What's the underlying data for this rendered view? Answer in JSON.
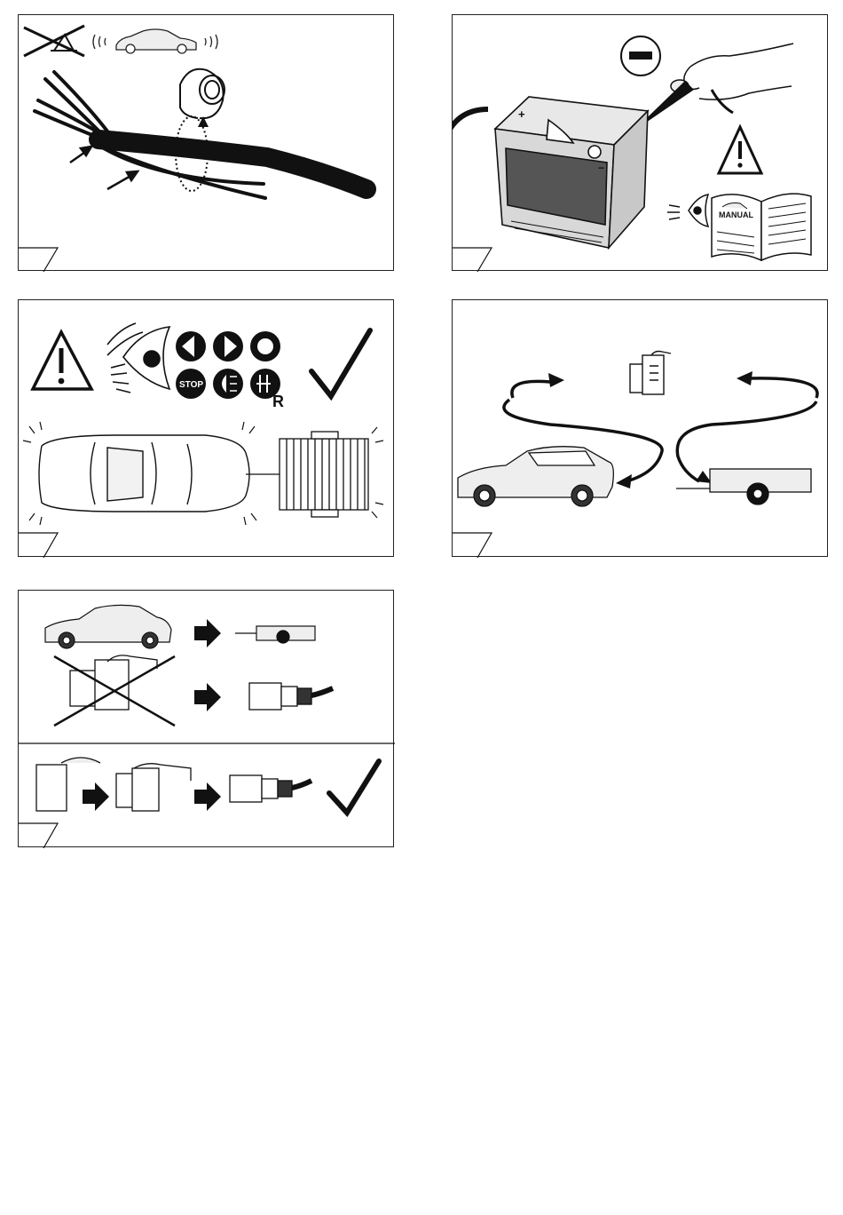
{
  "battery": {
    "plus_label": "+",
    "minus_label": "−"
  },
  "manual": {
    "label": "MANUAL"
  },
  "signals": {
    "stop_label": "STOP",
    "reverse_label": "R"
  },
  "colors": {
    "ink": "#1a1a1a",
    "battery_body": "#d8d8d8",
    "battery_band": "#555555"
  }
}
